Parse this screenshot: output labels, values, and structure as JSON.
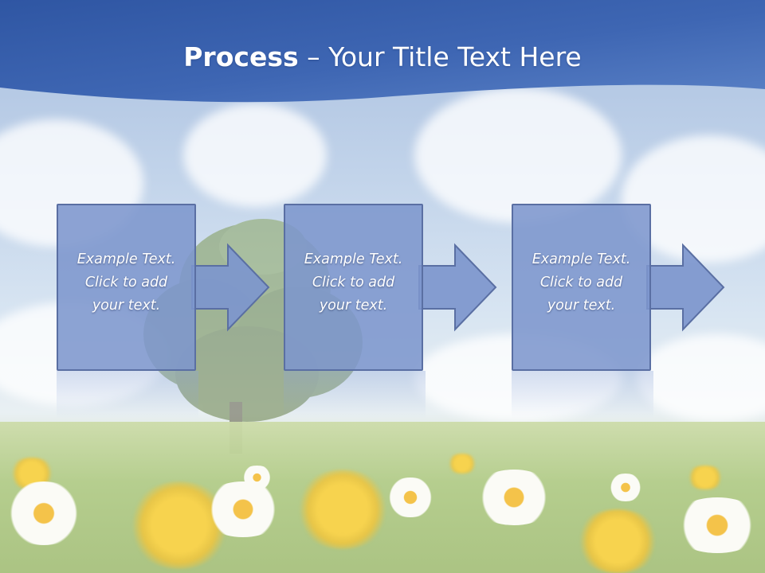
{
  "slide": {
    "title_bold": "Process",
    "title_dash": " – ",
    "title_rest": "Your Title Text Here"
  },
  "steps": [
    {
      "line1": "Example Text.",
      "line2": "Click  to add",
      "line3": "your text."
    },
    {
      "line1": "Example Text.",
      "line2": "Click  to add",
      "line3": "your text."
    },
    {
      "line1": "Example Text.",
      "line2": "Click  to add",
      "line3": "your text."
    }
  ],
  "colors": {
    "header_blue": "#3d63ad",
    "step_fill": "#7d96cd",
    "step_border": "#5a6fa3"
  }
}
